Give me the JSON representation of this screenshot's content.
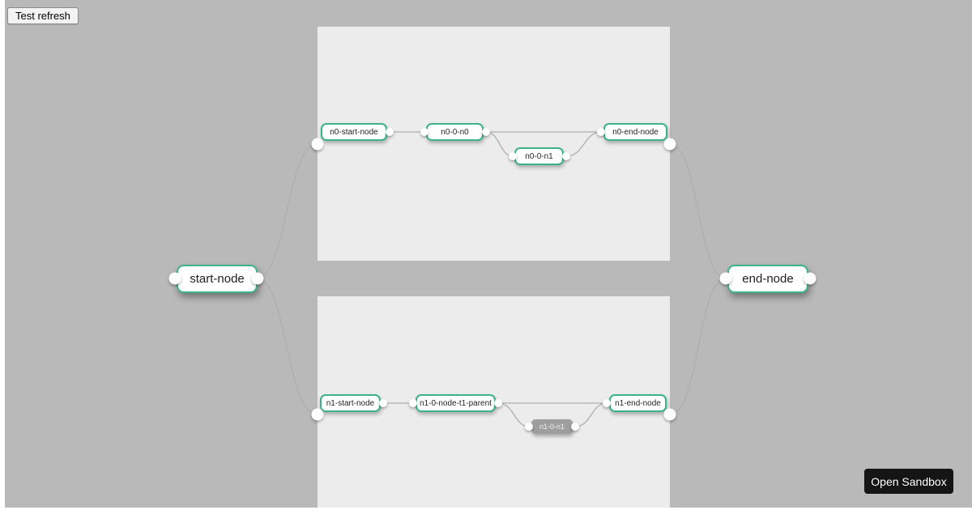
{
  "toolbar": {
    "test_refresh": "Test refresh"
  },
  "sandbox_button": {
    "label": "Open Sandbox"
  },
  "nodes": {
    "start": {
      "label": "start-node"
    },
    "end": {
      "label": "end-node"
    },
    "n0_start": {
      "label": "n0-start-node"
    },
    "n0_0_n0": {
      "label": "n0-0-n0"
    },
    "n0_0_n1": {
      "label": "n0-0-n1"
    },
    "n0_end": {
      "label": "n0-end-node"
    },
    "n1_start": {
      "label": "n1-start-node"
    },
    "n1_parent": {
      "label": "n1-0-node-t1-parent"
    },
    "n1_0_n1": {
      "label": "n1-0-n1"
    },
    "n1_end": {
      "label": "n1-end-node"
    }
  },
  "colors": {
    "accent": "#3cb487",
    "canvas_bg": "#b9b9b9",
    "panel_bg": "#ececec",
    "gray_node_bg": "#9e9e9e",
    "edge": "#aeaeae",
    "sandbox_bg": "#151515"
  }
}
